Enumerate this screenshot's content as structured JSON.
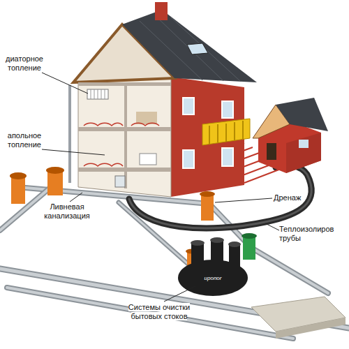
{
  "diagram": {
    "labels": [
      "диаторное топление",
      "апольное топление",
      "Ливневая канализация",
      "Дренаж",
      "Теплоизолиров трубы",
      "Системы очистки бытовых стоков",
      "uponor"
    ]
  }
}
